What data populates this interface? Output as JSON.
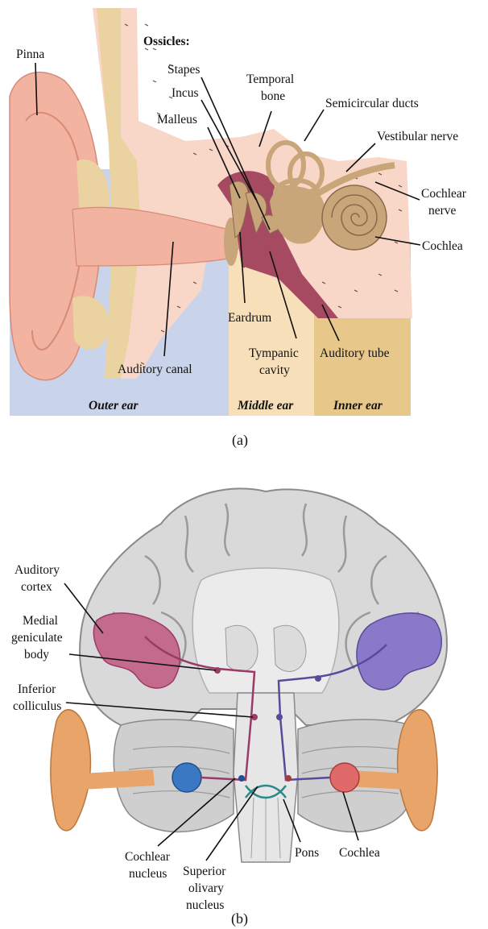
{
  "panel_a": {
    "caption": "(a)",
    "heading": "Ossicles:",
    "labels": {
      "pinna": "Pinna",
      "stapes": "Stapes",
      "incus": "Incus",
      "malleus": "Malleus",
      "temporal_bone_1": "Temporal",
      "temporal_bone_2": "bone",
      "semicircular_ducts": "Semicircular ducts",
      "vestibular_nerve": "Vestibular nerve",
      "cochlear_nerve_1": "Cochlear",
      "cochlear_nerve_2": "nerve",
      "cochlea": "Cochlea",
      "eardrum": "Eardrum",
      "tympanic_cavity_1": "Tympanic",
      "tympanic_cavity_2": "cavity",
      "auditory_tube": "Auditory tube",
      "auditory_canal": "Auditory canal"
    },
    "regions": {
      "outer": "Outer ear",
      "middle": "Middle ear",
      "inner": "Inner ear"
    },
    "colors": {
      "outer_bg": "#c9d3ea",
      "middle_bg": "#f6dfb9",
      "inner_bg": "#e8c78b",
      "skin": "#f2b3a0",
      "bone": "#f8d6c8",
      "cartilage": "#ead2a1",
      "cavity": "#a54a60",
      "ossicle": "#c9a57a"
    }
  },
  "panel_b": {
    "caption": "(b)",
    "labels": {
      "auditory_cortex_1": "Auditory",
      "auditory_cortex_2": "cortex",
      "medial_geniculate_1": "Medial",
      "medial_geniculate_2": "geniculate",
      "medial_geniculate_3": "body",
      "inferior_colliculus_1": "Inferior",
      "inferior_colliculus_2": "colliculus",
      "cochlear_nucleus_1": "Cochlear",
      "cochlear_nucleus_2": "nucleus",
      "superior_olivary_1": "Superior",
      "superior_olivary_2": "olivary",
      "superior_olivary_3": "nucleus",
      "pons": "Pons",
      "cochlea": "Cochlea"
    },
    "colors": {
      "brain_gray": "#d9d9d9",
      "brain_outline": "#8a8a8a",
      "left_cortex": "#c46a8a",
      "right_cortex": "#8a78c8",
      "left_pathway": "#9a3a66",
      "right_pathway": "#5a4a9a",
      "ear_skin": "#e9a46a",
      "left_cochlea": "#3b78c4",
      "right_cochlea": "#e06a6a"
    }
  }
}
